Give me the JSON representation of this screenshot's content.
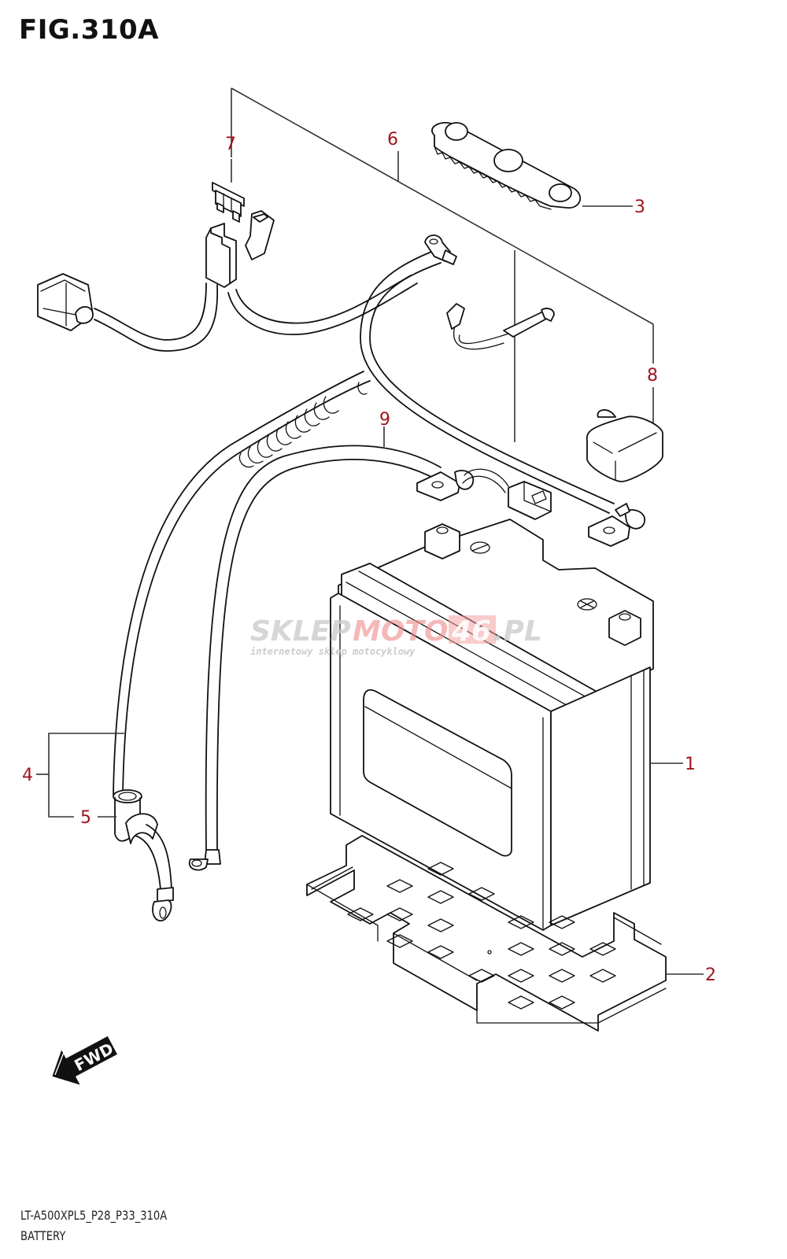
{
  "figure": {
    "title": "FIG.310A",
    "model_code": "LT-A500XPL5_P28_P33_310A",
    "section_name": "BATTERY"
  },
  "colors": {
    "callout": "#a0141e",
    "line": "#111111",
    "watermark_red": "#f08a8a",
    "watermark_grey": "#c9c9c9"
  },
  "callouts": [
    {
      "number": "1",
      "part": "battery"
    },
    {
      "number": "2",
      "part": "battery-tray"
    },
    {
      "number": "3",
      "part": "terminal-cover-strip"
    },
    {
      "number": "4",
      "part": "cable-assembly"
    },
    {
      "number": "5",
      "part": "cable-boot"
    },
    {
      "number": "6",
      "part": "wiring-harness"
    },
    {
      "number": "7",
      "part": "fuse"
    },
    {
      "number": "8",
      "part": "terminal-cap"
    },
    {
      "number": "9",
      "part": "battery-lead-wire"
    }
  ],
  "watermark": {
    "part1": "SKLEP",
    "part2": "MOTO",
    "part3": "46",
    "part4": ".PL",
    "tagline": "internetowy sklep motocyklowy"
  },
  "direction_indicator": {
    "label": "FWD",
    "icon": "fwd-arrow-icon"
  }
}
